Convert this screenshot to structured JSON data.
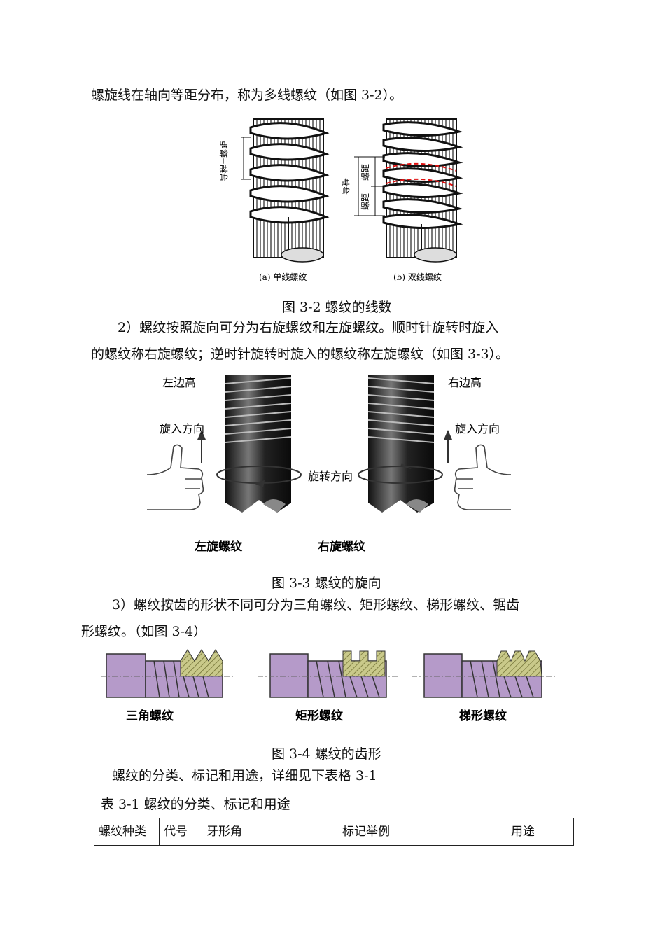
{
  "para1": "螺旋线在轴向等距分布，称为多线螺纹（如图 3-2）。",
  "fig32": {
    "label_a": "(a)  单线螺纹",
    "label_b": "(b)  双线螺纹",
    "dim_a": "导程=螺距",
    "dim_b_lead": "导程",
    "dim_b_pitch1": "螺距",
    "dim_b_pitch2": "螺距",
    "caption": "图 3-2 螺纹的线数"
  },
  "para2_line1": "2）螺纹按照旋向可分为右旋螺纹和左旋螺纹。顺时针旋转时旋入",
  "para2_line2": "的螺纹称右旋螺纹；逆时针旋转时旋入的螺纹称左旋螺纹（如图 3-3）。",
  "fig33": {
    "left_high": "左边高",
    "right_high": "右边高",
    "screw_in_left": "旋入方向",
    "screw_in_right": "旋入方向",
    "rotation": "旋转方向",
    "left_name": "左旋螺纹",
    "right_name": "右旋螺纹",
    "caption": "图 3-3 螺纹的旋向"
  },
  "para3_line1": "3）螺纹按齿的形状不同可分为三角螺纹、矩形螺纹、梯形螺纹、锯齿",
  "para3_line2": "形螺纹。（如图 3-4）",
  "fig34": {
    "names": [
      "三角螺纹",
      "矩形螺纹",
      "梯形螺纹"
    ],
    "caption": "图 3-4 螺纹的齿形"
  },
  "para4": "螺纹的分类、标记和用途，详细见下表格 3-1",
  "table_title": "表 3-1 螺纹的分类、标记和用途",
  "table": {
    "headers": [
      "螺纹种类",
      "代号",
      "牙形角",
      "标记举例",
      "用途"
    ]
  },
  "colors": {
    "bolt_fill": "#b59ac9",
    "thread_hatch": "#9a9a48",
    "rod": "#2b2b2b",
    "red_helix": "#e01010"
  }
}
